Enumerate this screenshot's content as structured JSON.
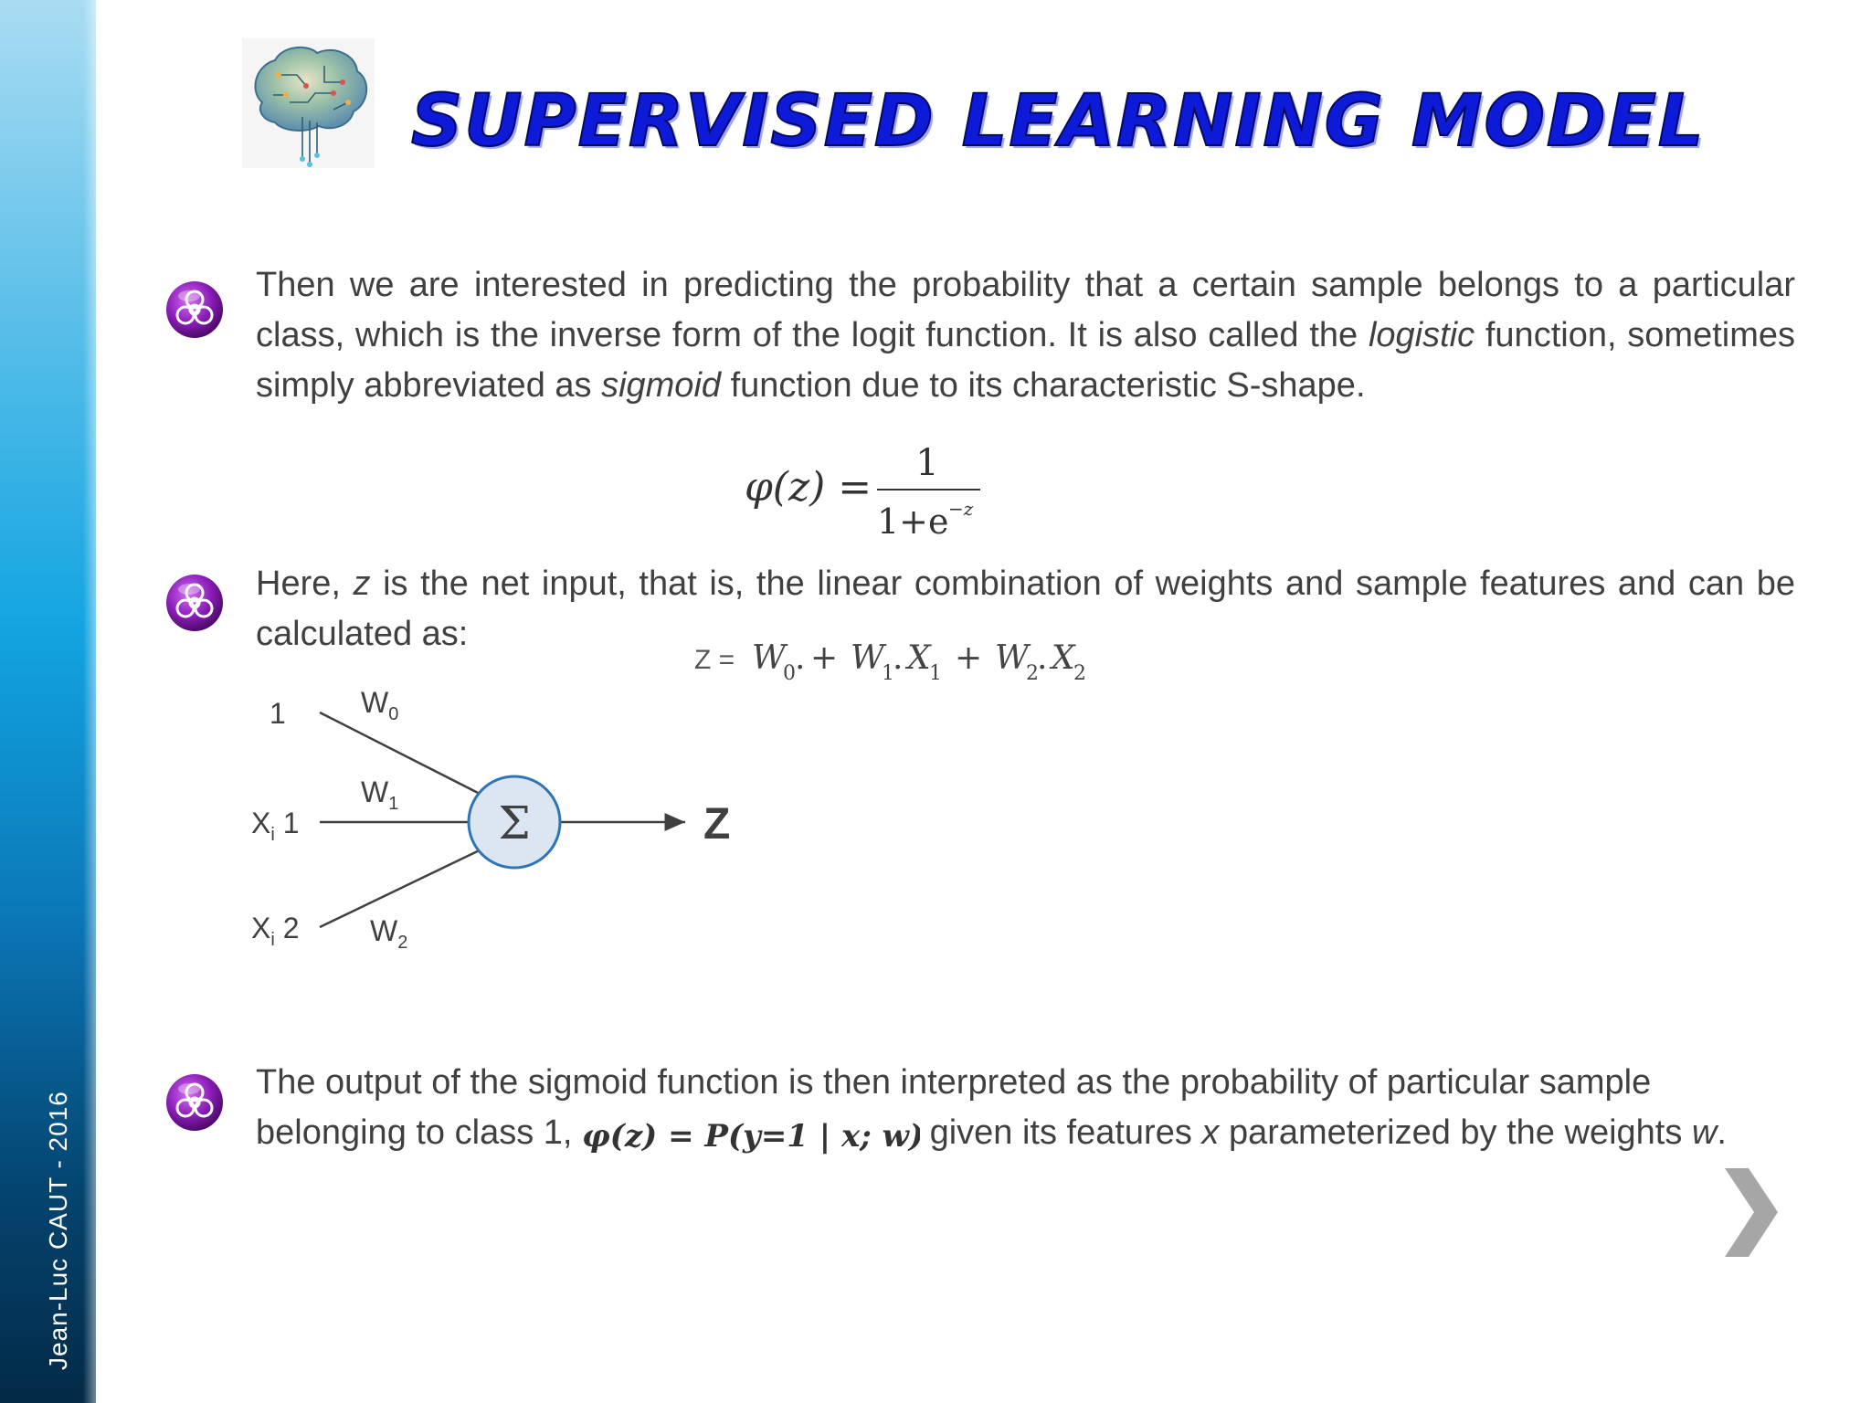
{
  "author": "Jean-Luc CAUT - 2016",
  "title": "SUPERVISED LEARNING MODEL",
  "para1": {
    "text_a": "Then we are interested in predicting the probability that a certain sample belongs to a particular class, which is the inverse form of the logit function. It is also called the ",
    "em_a": "logistic",
    "text_b": " function, sometimes simply abbreviated as ",
    "em_b": "sigmoid",
    "text_c": " function due to its characteristic S-shape."
  },
  "formula_sigmoid": {
    "lhs": "φ(z) =",
    "numerator": "1",
    "denominator": "1+e",
    "exponent": "−z"
  },
  "para2": {
    "text_a": "Here, ",
    "em_a": "z",
    "text_b": " is the net input, that is, the linear combination of weights and sample features and can be calculated as:"
  },
  "formula_z": {
    "lhs": "Z =",
    "w0": "W",
    "w0_sub": "0",
    "plus": "+",
    "w1": "W",
    "w1_sub": "1",
    "x1": "X",
    "x1_sub": "1",
    "w2": "W",
    "w2_sub": "2",
    "x2": "X",
    "x2_sub": "2",
    "dot": "."
  },
  "neuron_diagram": {
    "input_bias": "1",
    "input_x1": "X",
    "input_x1_sub": "i",
    "input_x1_num": " 1",
    "input_x2": "X",
    "input_x2_sub": "i",
    "input_x2_num": " 2",
    "weight_0": "W",
    "weight_0_sub": "0",
    "weight_1": "W",
    "weight_1_sub": "1",
    "weight_2": "W",
    "weight_2_sub": "2",
    "sum_symbol": "Σ",
    "output": "Z",
    "circle_fill": "#dce6f2",
    "circle_stroke": "#2e75b6"
  },
  "para3": {
    "text_a": "The output of the sigmoid function is then interpreted as the probability of particular sample belonging to class 1, ",
    "formula": "φ(z) = P(y=1 | x; w)",
    "text_b": " given its features ",
    "em_a": "x",
    "text_c": " parameterized by the weights ",
    "em_b": "w",
    "text_d": "."
  },
  "colors": {
    "title": "#0d1ad8",
    "bullet": "#8b1db8",
    "text": "#404040",
    "chevron": "#a6a6a6"
  },
  "icons": {
    "bullet": "biohazard-icon",
    "logo": "circuit-brain-icon",
    "next": "chevron-right-icon"
  }
}
